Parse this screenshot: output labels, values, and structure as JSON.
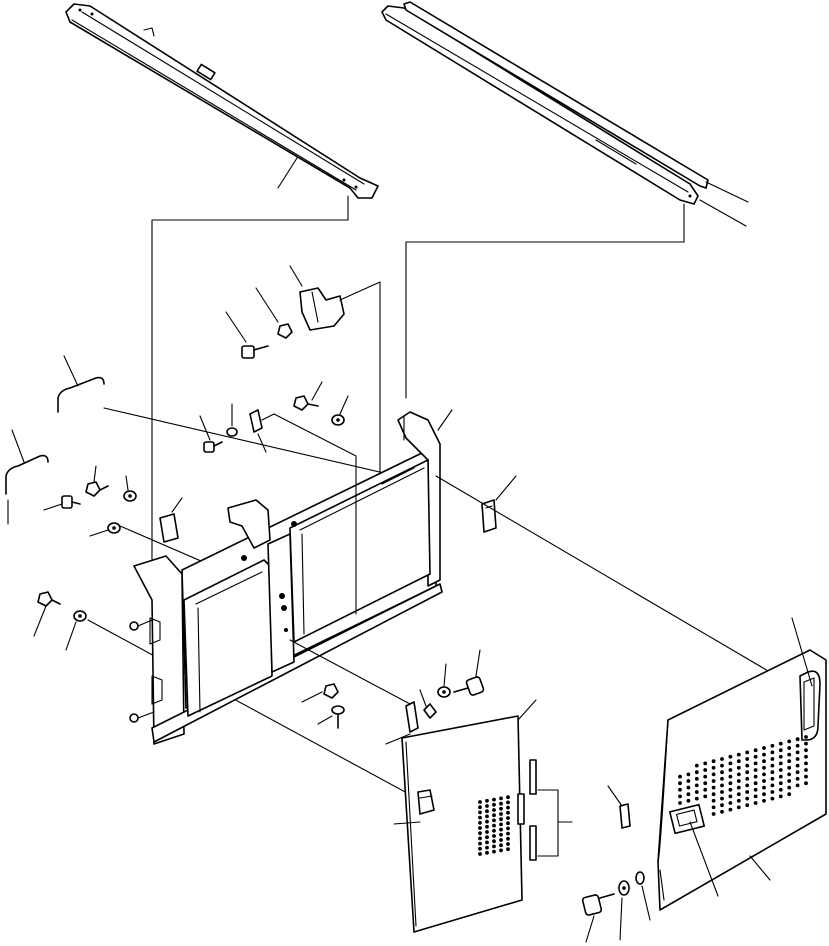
{
  "diagram": {
    "kind": "exploded-parts-view",
    "colors": {
      "line": "#000000",
      "background": "#ffffff"
    },
    "labels": [],
    "parts": [
      "upper-rail-left",
      "upper-rail-right",
      "bracket-center",
      "frame-main",
      "handle-left-upper",
      "handle-left-lower",
      "door-small",
      "door-large",
      "hinge-strip",
      "latch-plate",
      "bolt",
      "washer",
      "nut"
    ]
  }
}
